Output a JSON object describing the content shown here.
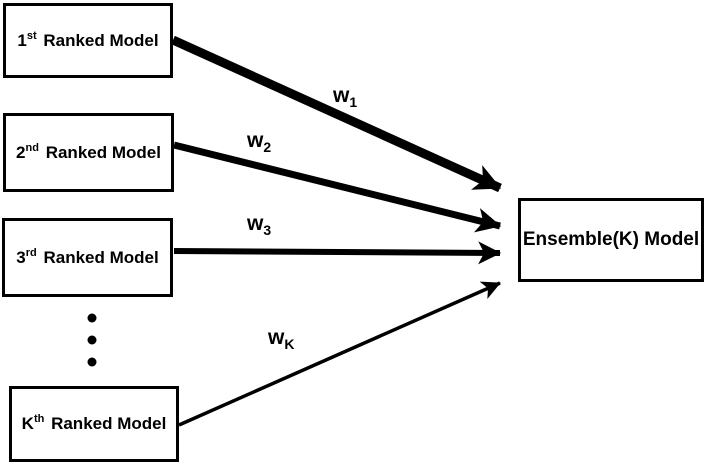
{
  "diagram": {
    "title_semantic": "weighted-ensemble-model-diagram",
    "colors": {
      "background": "#ffffff",
      "stroke": "#000000",
      "text": "#000000"
    },
    "boxes": [
      {
        "prefix": "1",
        "ordinal": "st",
        "rest": "Ranked Model"
      },
      {
        "prefix": "2",
        "ordinal": "nd",
        "rest": "Ranked Model"
      },
      {
        "prefix": "3",
        "ordinal": "rd",
        "rest": "Ranked Model"
      },
      {
        "prefix": "K",
        "ordinal": "th",
        "rest": "Ranked Model"
      }
    ],
    "ensemble_box": {
      "label": "Ensemble(K) Model"
    },
    "weights": [
      {
        "base": "w",
        "sub": "1"
      },
      {
        "base": "w",
        "sub": "2"
      },
      {
        "base": "w",
        "sub": "3"
      },
      {
        "base": "w",
        "sub": "K"
      }
    ],
    "ellipsis_dots_count": 3
  }
}
